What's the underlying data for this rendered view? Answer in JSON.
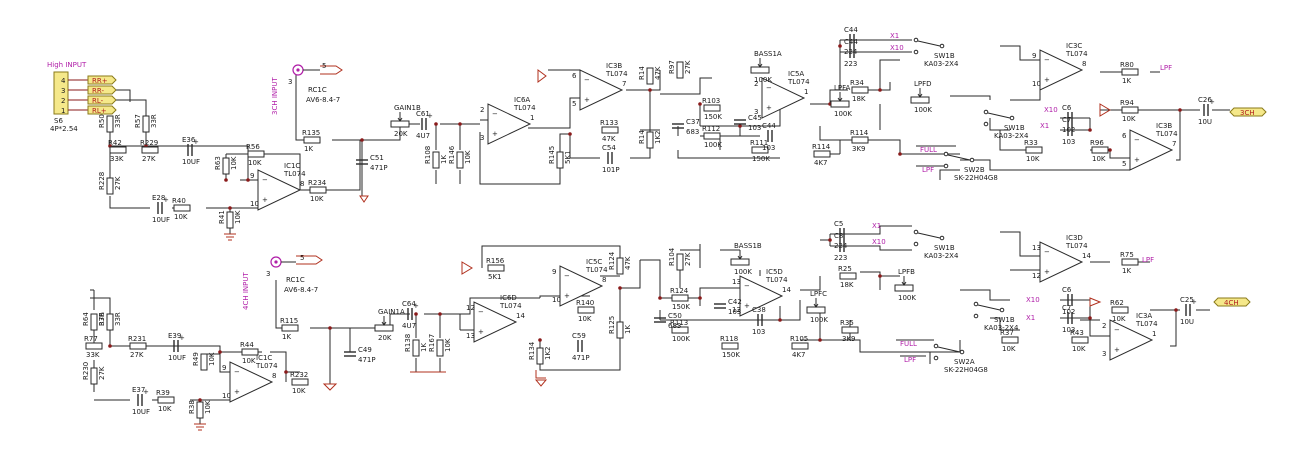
{
  "connector": {
    "title": "High INPUT",
    "ref": "S6",
    "value": "4P*2.54",
    "pins": [
      "4",
      "3",
      "2",
      "1"
    ],
    "nets": [
      "RR+",
      "RR-",
      "RL-",
      "RL+"
    ]
  },
  "jacks": [
    {
      "ref": "RC1C",
      "value": "AV6-8.4-7",
      "net": "3CH INPUT",
      "pin3": "3",
      "pin5": "5"
    },
    {
      "ref": "RC1C",
      "value": "AV6-8.4-7",
      "net": "4CH INPUT",
      "pin3": "3",
      "pin5": "5"
    }
  ],
  "opamps": [
    {
      "ref": "IC1C",
      "type": "TL074",
      "pins": [
        "9",
        "10",
        "8"
      ]
    },
    {
      "ref": "IC6A",
      "type": "TL074",
      "pins": [
        "2",
        "3",
        "1"
      ]
    },
    {
      "ref": "IC3B",
      "type": "TL074",
      "pins": [
        "6",
        "5",
        "7"
      ]
    },
    {
      "ref": "IC5A",
      "type": "TL074",
      "pins": [
        "2",
        "3",
        "1"
      ]
    },
    {
      "ref": "IC3C",
      "type": "TL074",
      "pins": [
        "9",
        "10",
        "8"
      ]
    },
    {
      "ref": "IC3B",
      "type": "TL074",
      "pins": [
        "6",
        "5",
        "7"
      ]
    },
    {
      "ref": "IC1C",
      "type": "TL074",
      "pins": [
        "9",
        "10",
        "8"
      ]
    },
    {
      "ref": "IC6D",
      "type": "TL074",
      "pins": [
        "12",
        "13",
        "14"
      ]
    },
    {
      "ref": "IC5C",
      "type": "TL074",
      "pins": [
        "9",
        "10",
        "8"
      ]
    },
    {
      "ref": "IC5D",
      "type": "TL074",
      "pins": [
        "13",
        "12",
        "14"
      ]
    },
    {
      "ref": "IC3D",
      "type": "TL074",
      "pins": [
        "13",
        "12",
        "14"
      ]
    },
    {
      "ref": "IC3A",
      "type": "TL074",
      "pins": [
        "2",
        "3",
        "1"
      ]
    }
  ],
  "resistors": [
    {
      "ref": "R50",
      "value": "33R"
    },
    {
      "ref": "R57",
      "value": "33R"
    },
    {
      "ref": "R42",
      "value": "33K"
    },
    {
      "ref": "R229",
      "value": "27K"
    },
    {
      "ref": "R228",
      "value": "27K"
    },
    {
      "ref": "R63",
      "value": "10K"
    },
    {
      "ref": "R56",
      "value": "10K"
    },
    {
      "ref": "R40",
      "value": "10K"
    },
    {
      "ref": "R41",
      "value": "10K"
    },
    {
      "ref": "R234",
      "value": "10K"
    },
    {
      "ref": "R135",
      "value": "1K"
    },
    {
      "ref": "R108",
      "value": "1K"
    },
    {
      "ref": "R146",
      "value": "10K"
    },
    {
      "ref": "R145",
      "value": "5K1"
    },
    {
      "ref": "R14",
      "value": "47K"
    },
    {
      "ref": "R133",
      "value": "47K"
    },
    {
      "ref": "R14",
      "value": "1K2"
    },
    {
      "ref": "R97",
      "value": "27K"
    },
    {
      "ref": "R103",
      "value": "150K"
    },
    {
      "ref": "R112",
      "value": "100K"
    },
    {
      "ref": "R111",
      "value": "150K"
    },
    {
      "ref": "R114",
      "value": "4K7"
    },
    {
      "ref": "R34",
      "value": "18K"
    },
    {
      "ref": "R114",
      "value": "3K9"
    },
    {
      "ref": "R80",
      "value": "1K"
    },
    {
      "ref": "R94",
      "value": "10K"
    },
    {
      "ref": "R33",
      "value": "10K"
    },
    {
      "ref": "R96",
      "value": "10K"
    },
    {
      "ref": "R64",
      "value": "33R"
    },
    {
      "ref": "R76",
      "value": "33R"
    },
    {
      "ref": "R77",
      "value": "33K"
    },
    {
      "ref": "R231",
      "value": "27K"
    },
    {
      "ref": "R230",
      "value": "27K"
    },
    {
      "ref": "R49",
      "value": "10K"
    },
    {
      "ref": "R44",
      "value": "10K"
    },
    {
      "ref": "R39",
      "value": "10K"
    },
    {
      "ref": "R38",
      "value": "10K"
    },
    {
      "ref": "R232",
      "value": "10K"
    },
    {
      "ref": "R115",
      "value": "1K"
    },
    {
      "ref": "R138",
      "value": "1K"
    },
    {
      "ref": "R167",
      "value": "10K"
    },
    {
      "ref": "R156",
      "value": "5K1"
    },
    {
      "ref": "R134",
      "value": "1K2"
    },
    {
      "ref": "R124",
      "value": "47K"
    },
    {
      "ref": "R140",
      "value": "10K"
    },
    {
      "ref": "R125",
      "value": "1K"
    },
    {
      "ref": "R104",
      "value": "27K"
    },
    {
      "ref": "R124",
      "value": "150K"
    },
    {
      "ref": "R113",
      "value": "100K"
    },
    {
      "ref": "R118",
      "value": "150K"
    },
    {
      "ref": "R105",
      "value": "4K7"
    },
    {
      "ref": "R25",
      "value": "18K"
    },
    {
      "ref": "R35",
      "value": "3K9"
    },
    {
      "ref": "R75",
      "value": "1K"
    },
    {
      "ref": "R62",
      "value": "10K"
    },
    {
      "ref": "R37",
      "value": "10K"
    },
    {
      "ref": "R43",
      "value": "10K"
    }
  ],
  "capacitors": [
    {
      "ref": "E36",
      "value": "10UF"
    },
    {
      "ref": "E28",
      "value": "10UF"
    },
    {
      "ref": "C61",
      "value": "4U7"
    },
    {
      "ref": "C51",
      "value": "471P"
    },
    {
      "ref": "C54",
      "value": "101P"
    },
    {
      "ref": "C37",
      "value": "683"
    },
    {
      "ref": "C45",
      "value": "103"
    },
    {
      "ref": "C44",
      "value": "103"
    },
    {
      "ref": "C44",
      "value": "224"
    },
    {
      "ref": "C44",
      "value": "223"
    },
    {
      "ref": "C6",
      "value": "102"
    },
    {
      "ref": "C7",
      "value": "103"
    },
    {
      "ref": "C26",
      "value": "10U"
    },
    {
      "ref": "E39",
      "value": "10UF"
    },
    {
      "ref": "E37",
      "value": "10UF"
    },
    {
      "ref": "C64",
      "value": "4U7"
    },
    {
      "ref": "C49",
      "value": "471P"
    },
    {
      "ref": "C59",
      "value": "471P"
    },
    {
      "ref": "C50",
      "value": "683"
    },
    {
      "ref": "C42",
      "value": "103"
    },
    {
      "ref": "C38",
      "value": "103"
    },
    {
      "ref": "C5",
      "value": "224"
    },
    {
      "ref": "C8",
      "value": "223"
    },
    {
      "ref": "C6",
      "value": "102"
    },
    {
      "ref": "C7",
      "value": "103"
    },
    {
      "ref": "C25",
      "value": "10U"
    }
  ],
  "pots": [
    {
      "ref": "GAIN1B",
      "value": "20K"
    },
    {
      "ref": "BASS1A",
      "value": "100K"
    },
    {
      "ref": "LPFA",
      "value": "100K"
    },
    {
      "ref": "LPFD",
      "value": "100K"
    },
    {
      "ref": "GAIN1A",
      "value": "20K"
    },
    {
      "ref": "BASS1B",
      "value": "100K"
    },
    {
      "ref": "LPFC",
      "value": "100K"
    },
    {
      "ref": "LPFB",
      "value": "100K"
    }
  ],
  "switches": [
    {
      "ref": "SW1B",
      "value": "KA03-2X4"
    },
    {
      "ref": "SW1B",
      "value": "KA03-2X4"
    },
    {
      "ref": "SW2B",
      "value": "SK-22H04G8"
    },
    {
      "ref": "SW1B",
      "value": "KA03-2X4"
    },
    {
      "ref": "SW1B",
      "value": "KA03-2X4"
    },
    {
      "ref": "SW2A",
      "value": "SK-22H04G8"
    }
  ],
  "nets": {
    "x1": "X1",
    "x10": "X10",
    "lpf": "LPF",
    "full": "FULL",
    "out_top": "3CH",
    "out_bot": "4CH"
  },
  "colors": {
    "wire": "#2a2a2a",
    "junction": "#8a1a1a",
    "netlabel": "#b01ea8",
    "flag": "#f5e88a"
  }
}
